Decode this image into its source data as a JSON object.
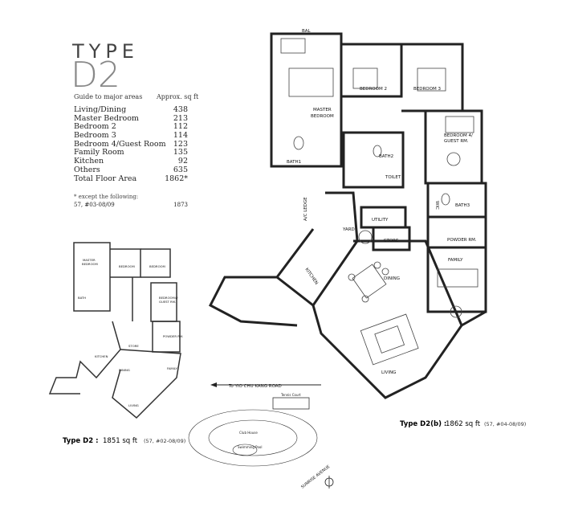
{
  "header": {
    "type_label": "TYPE",
    "type_code": "D2"
  },
  "area_table": {
    "guide_label": "Guide to major areas",
    "unit_label": "Approx. sq ft",
    "rows": [
      {
        "name": "Living/Dining",
        "value": "438"
      },
      {
        "name": "Master Bedroom",
        "value": "213"
      },
      {
        "name": "Bedroom 2",
        "value": "112"
      },
      {
        "name": "Bedroom 3",
        "value": "114"
      },
      {
        "name": "Bedroom 4/Guest Room",
        "value": "123"
      },
      {
        "name": "Family Room",
        "value": "135"
      },
      {
        "name": "Kitchen",
        "value": "92"
      },
      {
        "name": "Others",
        "value": "635"
      },
      {
        "name": "Total Floor Area",
        "value": "1862*"
      }
    ],
    "except_note": "* except the following:",
    "except_units": "57, #03-08/09",
    "except_value": "1873"
  },
  "rooms": {
    "bal": "BAL",
    "master": "MASTER",
    "master2": "BEDROOM",
    "bedroom2": "BEDROOM 2",
    "bedroom3": "BEDROOM 3",
    "bedroom4": "BEDROOM 4/",
    "bedroom4b": "GUEST RM.",
    "bath1": "BATH1",
    "bath2": "BATH2",
    "bath3": "BATH3",
    "wic": "WIC",
    "toilet": "TOILET",
    "ac_ledge": "A/C LEDGE",
    "utility": "UTILITY",
    "store": "STORE",
    "yard": "YARD",
    "powder": "POWDER RM.",
    "family": "FAMILY",
    "kitchen": "KITCHEN",
    "dining": "DINING",
    "living": "LIVING"
  },
  "small_plan_rooms": {
    "master": "MASTER",
    "master2": "BEDROOM",
    "bedroom": "BEDROOM",
    "bedroom_b": "BEDROOM",
    "guest": "BEDROOM4/",
    "guest2": "GUEST RM.",
    "powder": "POWDER RM.",
    "family": "FAMILY",
    "dining": "DINING",
    "living": "LIVING",
    "kitchen": "KITCHEN",
    "store": "STORE",
    "bath": "BATH"
  },
  "site_plan": {
    "road": "To YIO CHU KANG ROAD",
    "avenue": "SUNRISE AVENUE",
    "tennis": "Tennis Court",
    "club": "Club House",
    "pool": "Swimming Pool"
  },
  "captions": {
    "small_type": "Type D2 :",
    "small_area": "1851 sq ft",
    "small_units": "(57, #02-08/09)",
    "big_type": "Type D2(b) :",
    "big_area": "1862 sq ft",
    "big_units": "(57, #04-08/09)"
  }
}
